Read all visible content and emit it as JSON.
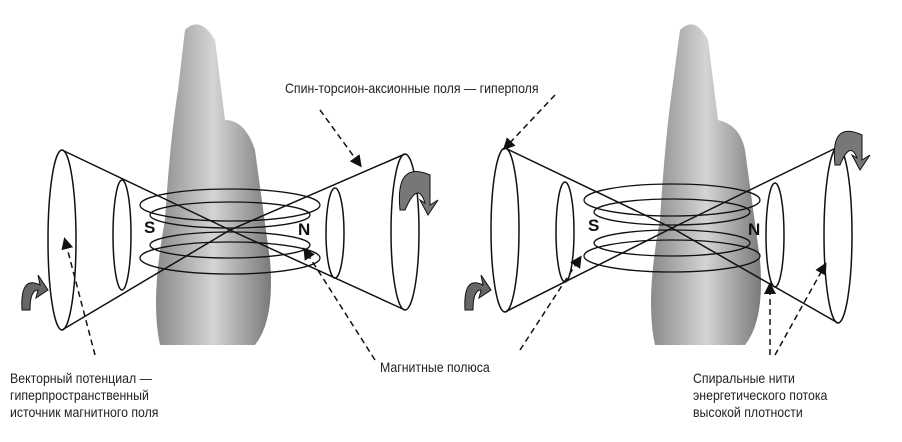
{
  "title_label": "Спин-торсион-аксионные поля — гиперполя",
  "magnetic_poles_label": "Магнитные полюса",
  "vector_potential_label": [
    "Векторный потенциал —",
    "гиперпространственный",
    "источник магнитного поля"
  ],
  "spiral_threads_label": [
    "Спиральные нити",
    "энергетического потока",
    "высокой плотности"
  ],
  "left_diagram": {
    "south": "S",
    "north": "N"
  },
  "right_diagram": {
    "south": "S",
    "north": "N"
  }
}
